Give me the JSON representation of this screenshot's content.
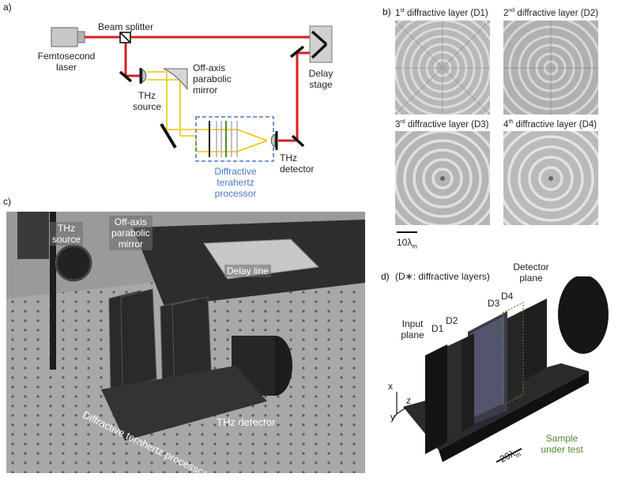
{
  "panels": {
    "a": "a)",
    "b": "b)",
    "c": "c)",
    "d": "d)"
  },
  "setup": {
    "femtosecond_laser": "Femtosecond\nlaser",
    "beam_splitter": "Beam splitter",
    "thz_source": "THz\nsource",
    "off_axis_mirror": "Off-axis\nparabolic\nmirror",
    "delay_stage": "Delay\nstage",
    "thz_detector": "THz\ndetector",
    "processor": "Diffractive\nterahertz\nprocessor"
  },
  "layers": [
    {
      "ord": "1",
      "sup": "st",
      "rest": " diffractive layer (D1)"
    },
    {
      "ord": "2",
      "sup": "nd",
      "rest": " diffractive layer (D2)"
    },
    {
      "ord": "3",
      "sup": "rd",
      "rest": " diffractive layer (D3)"
    },
    {
      "ord": "4",
      "sup": "th",
      "rest": " diffractive layer (D4)"
    }
  ],
  "scale_bar_b": "10λ",
  "scale_bar_b_sub": "m",
  "photo": {
    "thz_source": "THz\nsource",
    "off_axis_mirror": "Off-axis\nparabolic\nmirror",
    "delay_line": "Delay line",
    "processor": "Diffractive terahertz processor",
    "thz_detector": "THz detector"
  },
  "render": {
    "legend": "(D∗: diffractive layers)",
    "detector_plane": "Detector\nplane",
    "input_plane": "Input\nplane",
    "d1": "D1",
    "d2": "D2",
    "d3": "D3",
    "d4": "D4",
    "sample": "Sample\nunder test",
    "scale_bar": "20λ",
    "scale_bar_sub": "m",
    "axis_x": "x",
    "axis_y": "y",
    "axis_z": "z"
  },
  "colors": {
    "beam": "#d42020",
    "thz": "#f2c200",
    "processor_box": "#4b78c8",
    "sample": "#4f8a2b"
  }
}
